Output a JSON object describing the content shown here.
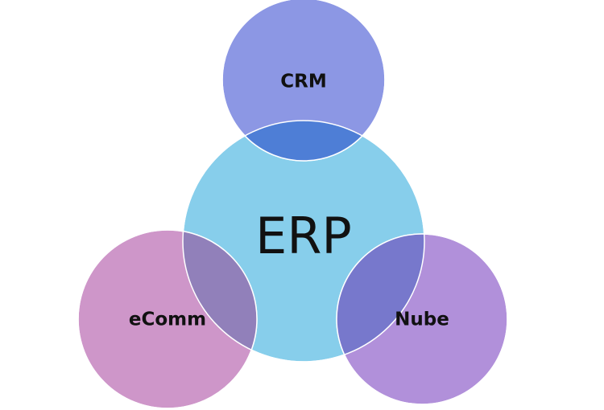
{
  "diagram": {
    "center": {
      "label": "ERP",
      "color": "#87CEEB"
    },
    "satellites": [
      {
        "label": "CRM",
        "color": "#8C97E4",
        "overlap_color": "#4E7ED6"
      },
      {
        "label": "eComm",
        "color": "#CE96C9",
        "overlap_color": "#9180BA"
      },
      {
        "label": "Nube",
        "color": "#B190DA",
        "overlap_color": "#7778CC"
      }
    ],
    "stroke_color": "#FFFFFF"
  }
}
